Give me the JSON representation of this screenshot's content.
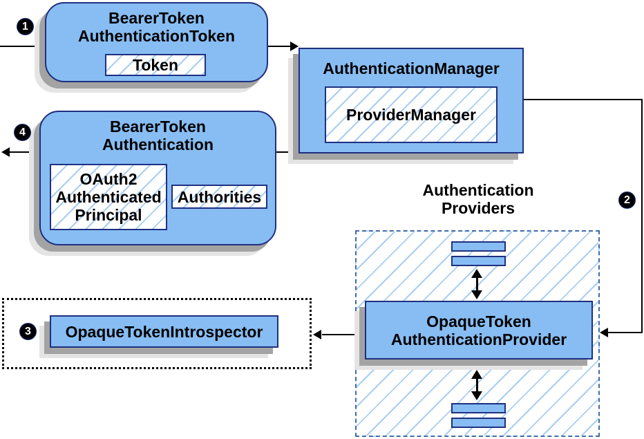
{
  "nodes": {
    "bearer_token_authentication_token": {
      "line1": "BearerToken",
      "line2": "AuthenticationToken",
      "token_label": "Token"
    },
    "authentication_manager": {
      "title": "AuthenticationManager",
      "provider_manager_label": "ProviderManager"
    },
    "bearer_token_authentication": {
      "line1": "BearerToken",
      "line2": "Authentication",
      "principal_line1": "OAuth2",
      "principal_line2": "Authenticated",
      "principal_line3": "Principal",
      "authorities_label": "Authorities"
    },
    "authentication_providers": {
      "line1": "Authentication",
      "line2": "Providers"
    },
    "opaque_token_authentication_provider": {
      "line1": "OpaqueToken",
      "line2": "AuthenticationProvider"
    },
    "opaque_token_introspector": {
      "label": "OpaqueTokenIntrospector"
    }
  },
  "steps": {
    "step1": "1",
    "step2": "2",
    "step3": "3",
    "step4": "4"
  },
  "colors": {
    "node_fill": "#87BDF3",
    "node_border": "#1F2F7F",
    "hatch_line": "#A9CEF2",
    "dashed_border": "#3D6CA8",
    "shadow_dark": "#A3A3A3",
    "shadow_light": "#E4E4E4",
    "arrow_color": "#000000",
    "badge_bg": "#000000",
    "badge_text": "#FFFFFF"
  }
}
